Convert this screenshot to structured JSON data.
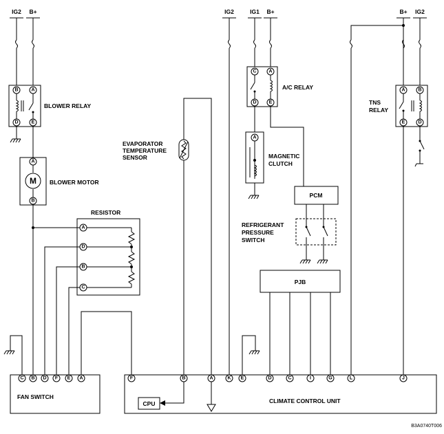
{
  "power": {
    "blower_ig2": "IG2",
    "blower_bplus": "B+",
    "center_ig2": "IG2",
    "ac_ig1": "IG1",
    "ac_bplus": "B+",
    "tns_bplus": "B+",
    "tns_ig2": "IG2"
  },
  "components": {
    "blower_relay": "BLOWER RELAY",
    "blower_motor": "BLOWER MOTOR",
    "motor_symbol": "M",
    "resistor": "RESISTOR",
    "evap_sensor": [
      "EVAPORATOR",
      "TEMPERATURE",
      "SENSOR"
    ],
    "ac_relay": "A/C RELAY",
    "magnetic_clutch": [
      "MAGNETIC",
      "CLUTCH"
    ],
    "pcm": "PCM",
    "refrigerant_switch": [
      "REFRIGERANT",
      "PRESSURE",
      "SWITCH"
    ],
    "tns_relay": [
      "TNS",
      "RELAY"
    ],
    "pjb": "PJB",
    "fan_switch": "FAN SWITCH",
    "climate_control_unit": "CLIMATE CONTROL UNIT",
    "cpu": "CPU"
  },
  "terminals": {
    "blower_relay": [
      "B",
      "A",
      "D",
      "E"
    ],
    "blower_motor": [
      "A",
      "B"
    ],
    "resistor": [
      "A",
      "D",
      "B",
      "C"
    ],
    "ac_relay": [
      "C",
      "A",
      "D",
      "E"
    ],
    "magnetic_clutch": [
      "A"
    ],
    "tns_relay": [
      "A",
      "B",
      "E",
      "D"
    ],
    "fan_switch": [
      "C",
      "B",
      "D",
      "F",
      "E",
      "A"
    ],
    "climate_control_unit": [
      "F",
      "B",
      "A",
      "K",
      "E",
      "D",
      "C",
      "I",
      "G",
      "L",
      "J"
    ]
  },
  "figure_code": "B3A0740T006"
}
